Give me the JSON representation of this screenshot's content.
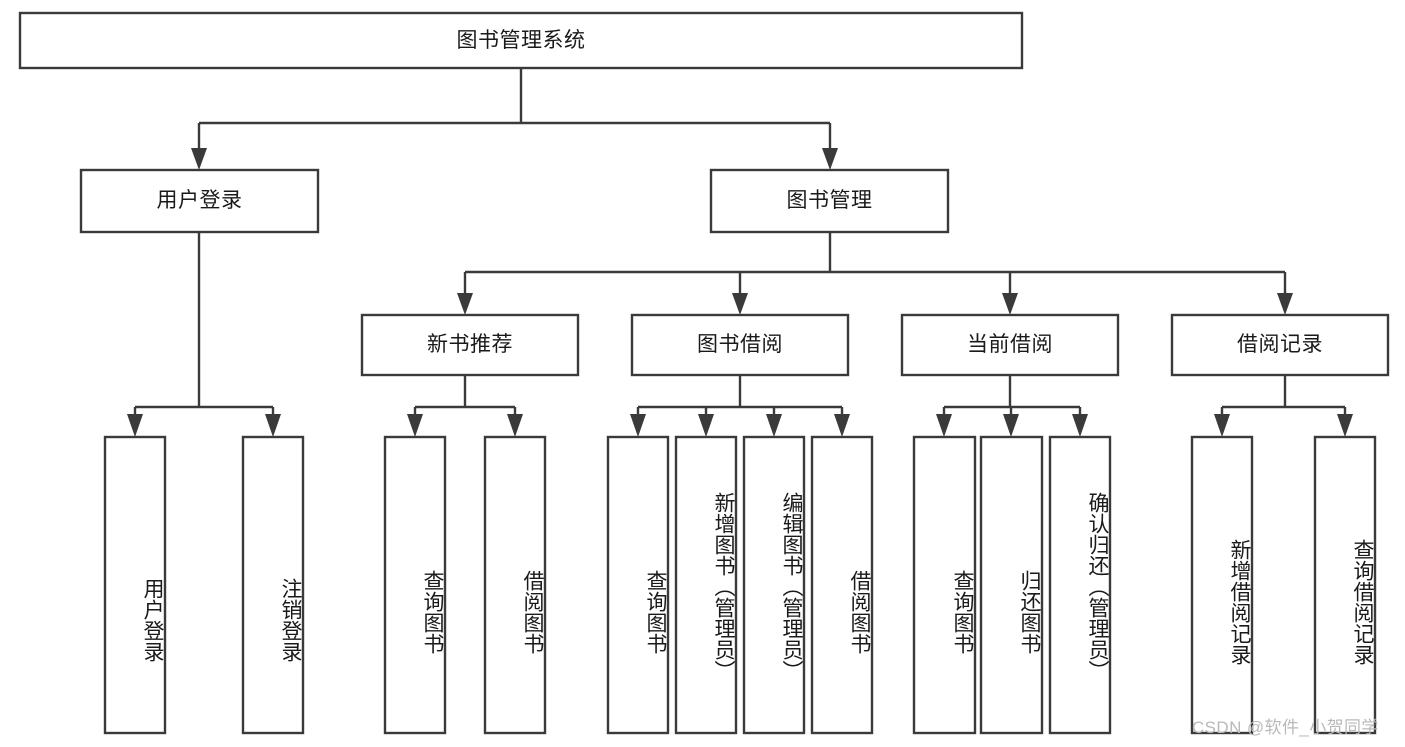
{
  "diagram": {
    "type": "tree-hierarchy",
    "title": "图书管理系统",
    "root": {
      "label": "图书管理系统",
      "children": [
        {
          "label": "用户登录",
          "children": [
            {
              "label": "用户登录"
            },
            {
              "label": "注销登录"
            }
          ]
        },
        {
          "label": "图书管理",
          "children": [
            {
              "label": "新书推荐",
              "children": [
                {
                  "label": "查询图书"
                },
                {
                  "label": "借阅图书"
                }
              ]
            },
            {
              "label": "图书借阅",
              "children": [
                {
                  "label": "查询图书"
                },
                {
                  "label": "新增图书（管理员）"
                },
                {
                  "label": "编辑图书（管理员）"
                },
                {
                  "label": "借阅图书"
                }
              ]
            },
            {
              "label": "当前借阅",
              "children": [
                {
                  "label": "查询图书"
                },
                {
                  "label": "归还图书"
                },
                {
                  "label": "确认归还（管理员）"
                }
              ]
            },
            {
              "label": "借阅记录",
              "children": [
                {
                  "label": "新增借阅记录"
                },
                {
                  "label": "查询借阅记录"
                }
              ]
            }
          ]
        }
      ]
    },
    "nodes": {
      "root": "图书管理系统",
      "l1_user_login": "用户登录",
      "l1_book_mgmt": "图书管理",
      "l2_new_book_rec": "新书推荐",
      "l2_book_borrow": "图书借阅",
      "l2_current_borrow": "当前借阅",
      "l2_borrow_record": "借阅记录",
      "leaf_user_login": "用户登录",
      "leaf_logout": "注销登录",
      "leaf_nbr_query": "查询图书",
      "leaf_nbr_borrow": "借阅图书",
      "leaf_bb_query": "查询图书",
      "leaf_bb_add": "新增图书（管理员）",
      "leaf_bb_edit": "编辑图书（管理员）",
      "leaf_bb_borrow": "借阅图书",
      "leaf_cb_query": "查询图书",
      "leaf_cb_return": "归还图书",
      "leaf_cb_confirm": "确认归还（管理员）",
      "leaf_br_add": "新增借阅记录",
      "leaf_br_query": "查询借阅记录"
    },
    "colors": {
      "stroke": "#3a3a3a",
      "fill": "#ffffff",
      "text": "#1a1a1a",
      "watermark": "#b9b9b9",
      "background": "#ffffff"
    }
  },
  "watermark": {
    "text": "CSDN @软件_小贺同学"
  }
}
